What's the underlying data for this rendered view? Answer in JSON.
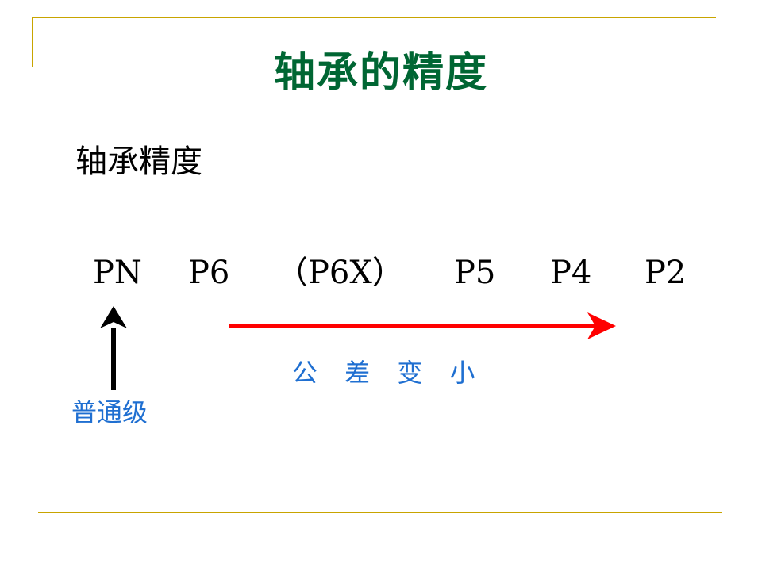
{
  "slide": {
    "title": "轴承的精度",
    "subtitle": "轴承精度"
  },
  "grades": [
    "PN",
    "P6",
    "（P6X）",
    "P5",
    "P4",
    "P2"
  ],
  "annotations": {
    "tolerance": "公 差 变 小",
    "ordinary_grade": "普通级"
  },
  "colors": {
    "title": "#006633",
    "frame": "#c8a400",
    "arrow_red": "#ff0000",
    "label_blue": "#1f6fd1"
  },
  "icons": {
    "red_arrow": "arrow-right-icon",
    "black_arrow": "arrow-up-icon"
  }
}
